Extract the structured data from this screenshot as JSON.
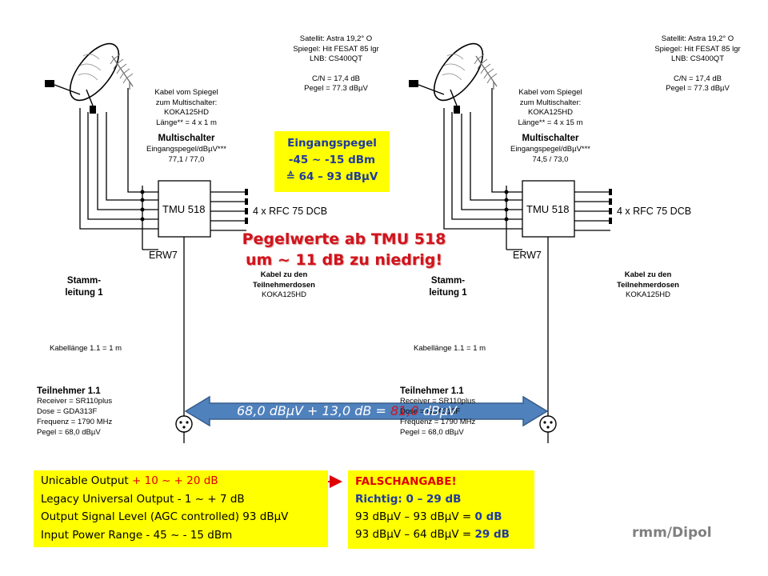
{
  "sat_info": {
    "satellit": "Satellit: Astra 19,2° O",
    "spiegel": "Spiegel: Hit FESAT 85 lgr",
    "lnb": "LNB: CS400QT",
    "cn": "C/N = 17,4 dB",
    "pegel": "Pegel = 77.3 dBµV"
  },
  "left": {
    "kabel_title": "Kabel vom Spiegel",
    "kabel_sub": "zum Multischalter:",
    "kabel_type": "KOKA125HD",
    "laenge": "Länge** = 4 x 1 m",
    "multischalter": "Multischalter",
    "eingangspegel_label": "Eingangspegel/dBµV***",
    "eingangspegel_value": "77,1 / 77,0",
    "teilnehmer": {
      "title": "Teilnehmer 1.1",
      "receiver": "Receiver = SR110plus",
      "dose": "Dose = GDA313F",
      "frequenz": "Frequenz = 1790 MHz",
      "pegel": "Pegel = 68,0 dBµV"
    }
  },
  "right": {
    "kabel_title": "Kabel vom Spiegel",
    "kabel_sub": "zum Multischalter:",
    "kabel_type": "KOKA125HD",
    "laenge": "Länge** = 4 x 15 m",
    "multischalter": "Multischalter",
    "eingangspegel_label": "Eingangspegel/dBµV***",
    "eingangspegel_value": "74,5 / 73,0",
    "teilnehmer": {
      "title": "Teilnehmer 1.1",
      "receiver": "Receiver = SR110plus",
      "dose": "Dose = GDA313F",
      "frequenz": "Frequenz = 1790 MHz",
      "pegel": "Pegel = 68,0 dBµV"
    }
  },
  "common": {
    "tmu": "TMU 518",
    "erw": "ERW7",
    "rfc": "4 x RFC 75 DCB",
    "stamm_line1": "Stamm-",
    "stamm_line2": "leitung 1",
    "kabel_zu_1": "Kabel zu den",
    "kabel_zu_2": "Teilnehmerdosen",
    "kabel_zu_3": "KOKA125HD",
    "kabellaenge": "Kabellänge 1.1 = 1 m"
  },
  "eingangspegel_box": {
    "title": "Eingangspegel",
    "range_dbm": "-45 ~ -15 dBm",
    "range_dbuv": "≙ 64 – 93 dBµV"
  },
  "pegelwerte": {
    "line1": "Pegelwerte ab TMU 518",
    "line2": "um ~ 11 dB zu niedrig!"
  },
  "arrow": {
    "text_a": "68,0 dBµV + 13,0 dB = ",
    "text_red": "81,0",
    "text_b": " dBµV"
  },
  "spec_box": {
    "unicable_label": "Unicable Output ",
    "unicable_value": "+ 10  ~  + 20 dB",
    "legacy": "Legacy Universal Output - 1 ~  + 7 dB",
    "output_level": "Output Signal Level (AGC controlled)  93 dBµV",
    "input_range": "Input Power Range - 45 ~ - 15 dBm"
  },
  "correction_box": {
    "falsch": "FALSCHANGABE!",
    "richtig": "Richtig:  0 – 29 dB",
    "calc1_a": "93 dBµV – 93 dBµV = ",
    "calc1_b": "0 dB",
    "calc2_a": "93 dBµV – 64 dBµV = ",
    "calc2_b": "29 dB"
  },
  "credit": "rmm/Dipol",
  "colors": {
    "yellow": "#ffff00",
    "arrow_blue": "#4f81bd",
    "red": "#e00000",
    "blue_text": "#1f3aa0"
  }
}
